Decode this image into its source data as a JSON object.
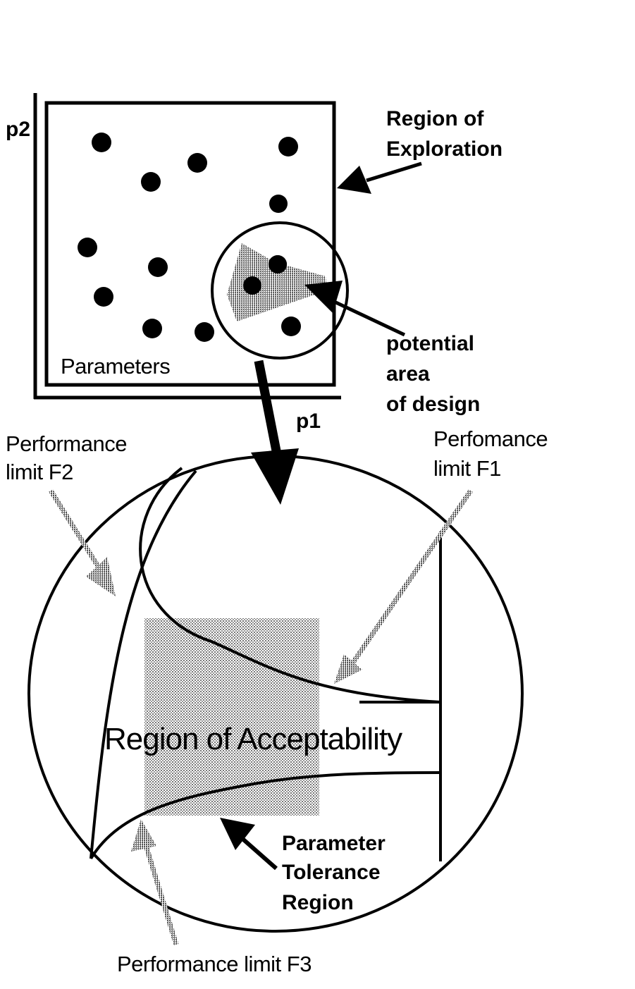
{
  "axes": {
    "p1": "p1",
    "p2": "p2"
  },
  "parameters_label": "Parameters",
  "region_of_exploration": [
    "Region of",
    "Exploration"
  ],
  "potential_area": [
    "potential",
    "area",
    "of design"
  ],
  "performance_limit_f2": [
    "Performance",
    "limit F2"
  ],
  "performance_limit_f1": [
    "Perfomance",
    "limit F1"
  ],
  "performance_limit_f3": "Performance limit F3",
  "region_of_acceptability": "Region of Acceptability",
  "parameter_tolerance_region": [
    "Parameter",
    "Tolerance",
    "Region"
  ],
  "colors": {
    "ink": "#000000",
    "hatch": "#9a9a9a",
    "background": "#ffffff"
  }
}
